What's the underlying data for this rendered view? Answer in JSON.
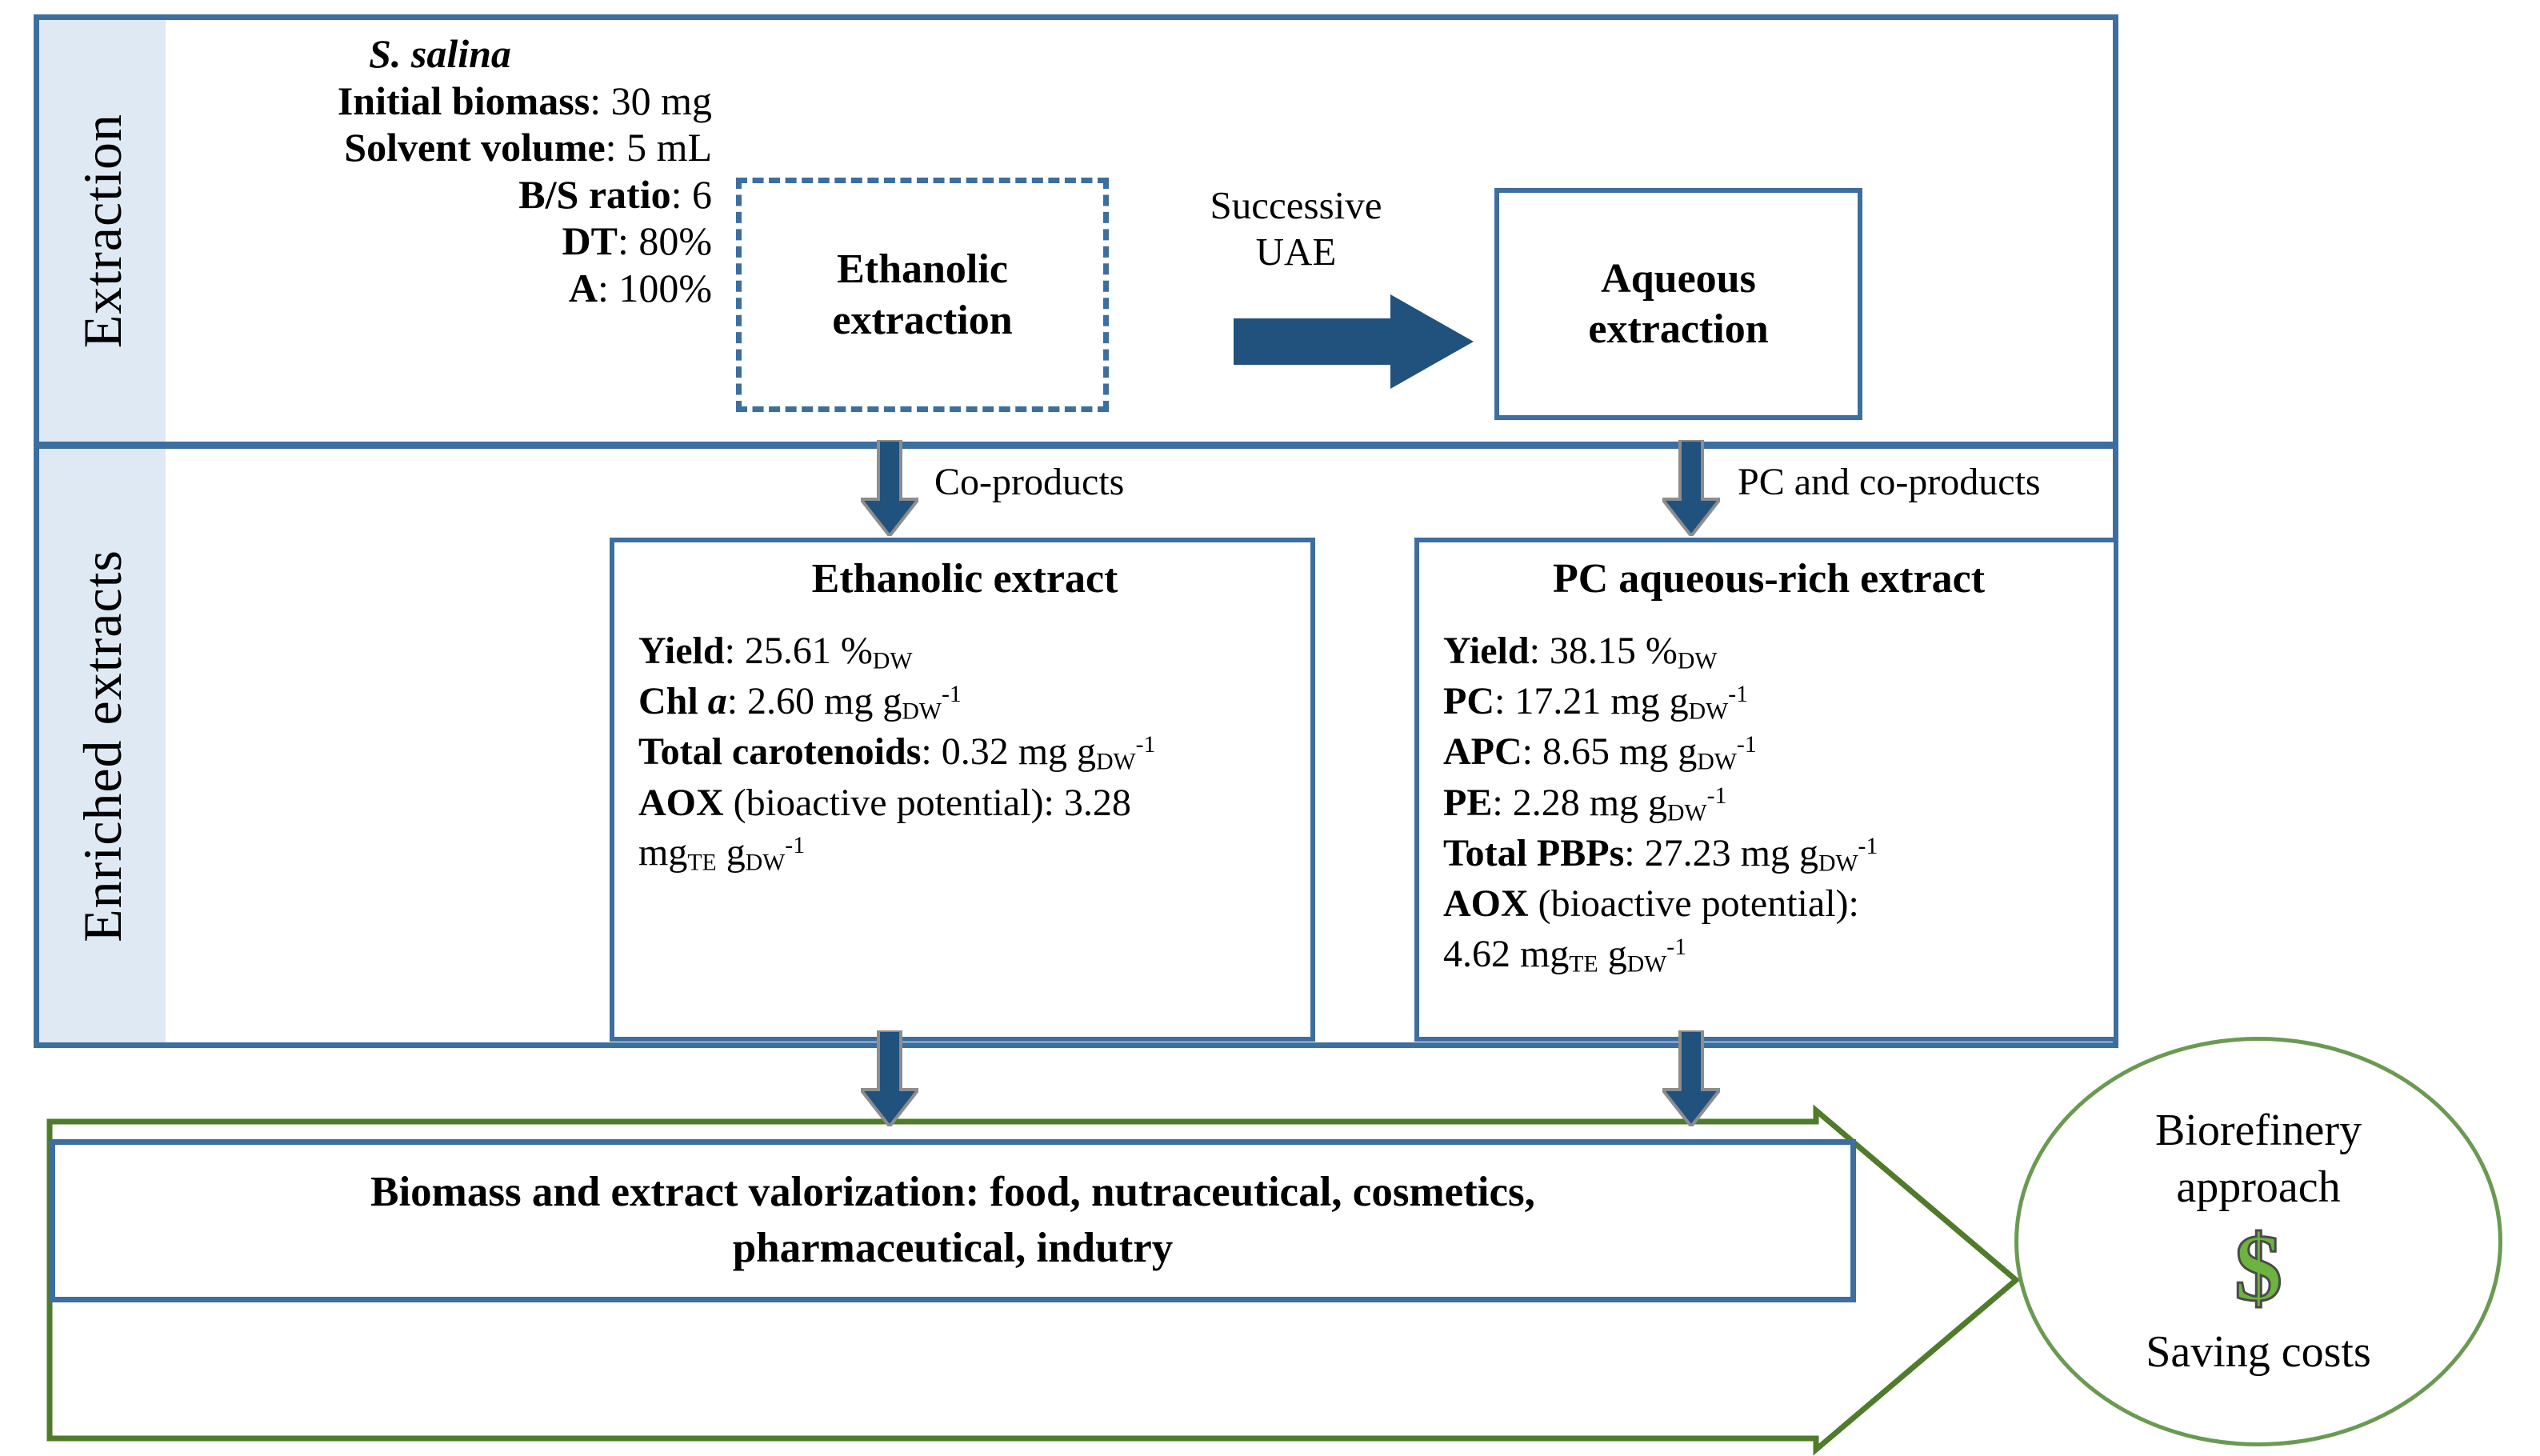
{
  "diagram": {
    "title": "S. salina successive UAE biorefinery workflow",
    "colors": {
      "frame_blue": "#3C6E9F",
      "band_light_blue": "#DEE9F4",
      "arrow_dark_blue": "#21517D",
      "chevron_green": "#4F7B2A",
      "circle_green": "#6A9A52",
      "dollar_green": "#6CB33F"
    }
  },
  "stages": {
    "extraction_label": "Extraction",
    "enriched_label": "Enriched extracts"
  },
  "extraction": {
    "species": "S. salina",
    "params": [
      {
        "key": "Initial biomass",
        "value": ": 30 mg"
      },
      {
        "key": "Solvent volume",
        "value": ": 5 mL"
      },
      {
        "key": "B/S ratio",
        "value": ": 6"
      },
      {
        "key": "DT",
        "value": ": 80%"
      },
      {
        "key": "A",
        "value": ": 100%"
      }
    ],
    "ethanolic_box": {
      "line1": "Ethanolic",
      "line2": "extraction"
    },
    "process_arrow_label": {
      "line1": "Successive",
      "line2": "UAE"
    },
    "aqueous_box": {
      "line1": "Aqueous",
      "line2": "extraction"
    }
  },
  "flow_labels": {
    "left": "Co-products",
    "right": "PC and co-products"
  },
  "extracts": {
    "ethanolic": {
      "title": "Ethanolic extract",
      "lines": [
        {
          "label": "Yield",
          "sep": ": ",
          "value": "25.61 %",
          "sub": "DW",
          "sup": ""
        },
        {
          "label": "Chl a",
          "sep": ": ",
          "value": "2.60 mg g",
          "sub": "DW",
          "sup": "-1"
        },
        {
          "label": "Total carotenoids",
          "sep": ": ",
          "value": "0.32 mg g",
          "sub": "DW",
          "sup": "-1"
        },
        {
          "label": "AOX",
          "sep": " (bioactive potential): ",
          "value": "3.28",
          "sub": "",
          "sup": ""
        },
        {
          "label": "",
          "sep": "",
          "value": "mg",
          "sub": "TE",
          "sup": "",
          "tail_value": " g",
          "tail_sub": "DW",
          "tail_sup": "-1"
        }
      ]
    },
    "pc_aqueous": {
      "title": "PC aqueous-rich extract",
      "lines": [
        {
          "label": "Yield",
          "sep": ": ",
          "value": "38.15 %",
          "sub": "DW",
          "sup": ""
        },
        {
          "label": "PC",
          "sep": ": ",
          "value": "17.21 mg g",
          "sub": "DW",
          "sup": "-1"
        },
        {
          "label": "APC",
          "sep": ": ",
          "value": "8.65 mg g",
          "sub": "DW",
          "sup": "-1"
        },
        {
          "label": "PE",
          "sep": ": ",
          "value": "2.28 mg g",
          "sub": "DW",
          "sup": "-1"
        },
        {
          "label": "Total PBPs",
          "sep": ": ",
          "value": "27.23 mg g",
          "sub": "DW",
          "sup": "-1"
        },
        {
          "label": "AOX",
          "sep": " (bioactive potential):",
          "value": "",
          "sub": "",
          "sup": ""
        },
        {
          "label": "",
          "sep": "",
          "value": "4.62 mg",
          "sub": "TE",
          "sup": "",
          "tail_value": " g",
          "tail_sub": "DW",
          "tail_sup": "-1"
        }
      ]
    }
  },
  "valorization": {
    "line1": "Biomass and extract valorization: food, nutraceutical, cosmetics,",
    "line2": "pharmaceutical, indutry"
  },
  "biorefinery": {
    "line1": "Biorefinery",
    "line2": "approach",
    "dollar": "$",
    "line3": "Saving costs"
  }
}
